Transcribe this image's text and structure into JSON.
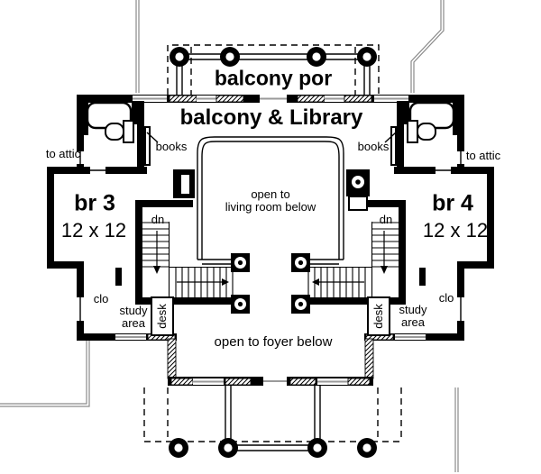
{
  "colors": {
    "ink": "#000000",
    "paper": "#ffffff",
    "window": "#9a9a9a",
    "roof": "#8a8a8a"
  },
  "labels": {
    "balcony_porch": "balcony por",
    "balcony_library": "balcony & Library",
    "books_left": "books",
    "books_right": "books",
    "to_attic_left": "to attic",
    "to_attic_right": "to attic",
    "bedroom3_name": "br 3",
    "bedroom3_size": "12 x 12",
    "bedroom4_name": "br 4",
    "bedroom4_size": "12 x 12",
    "open_living_line1": "open to",
    "open_living_line2": "living room below",
    "down_left": "dn",
    "down_right": "dn",
    "closet_left": "clo",
    "closet_right": "clo",
    "study_left_line1": "study",
    "study_left_line2": "area",
    "study_right_line1": "study",
    "study_right_line2": "area",
    "desk_left": "desk",
    "desk_right": "desk",
    "open_foyer": "open to foyer below"
  }
}
